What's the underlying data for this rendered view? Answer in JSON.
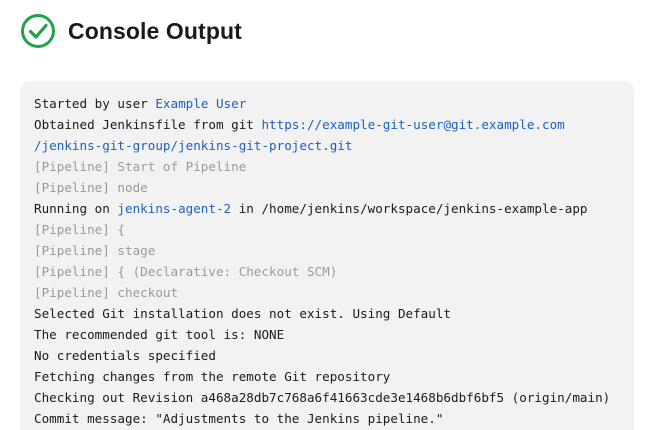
{
  "header": {
    "title": "Console Output",
    "status_icon": "check-circle-icon",
    "status_color": "#1ea446"
  },
  "console": {
    "background": "#f2f2f3",
    "link_color": "#1f5fbf",
    "pipeline_color": "#9a9a9a",
    "lines": [
      {
        "prefix": "Started by user ",
        "link": "Example User"
      },
      {
        "prefix": "Obtained Jenkinsfile from git ",
        "link": "https://example-git-user@git.example.com"
      },
      {
        "link": "/jenkins-git-group/jenkins-git-project.git"
      },
      {
        "text": "[Pipeline] Start of Pipeline"
      },
      {
        "text": "[Pipeline] node"
      },
      {
        "prefix": "Running on ",
        "link": "jenkins-agent-2",
        "suffix": " in /home/jenkins/workspace/jenkins-example-app"
      },
      {
        "text": "[Pipeline] {"
      },
      {
        "text": "[Pipeline] stage"
      },
      {
        "text": "[Pipeline] { (Declarative: Checkout SCM)"
      },
      {
        "text": "[Pipeline] checkout"
      },
      {
        "text": "Selected Git installation does not exist. Using Default"
      },
      {
        "text": "The recommended git tool is: NONE"
      },
      {
        "text": "No credentials specified"
      },
      {
        "text": "Fetching changes from the remote Git repository"
      },
      {
        "text": "Checking out Revision a468a28db7c768a6f41663cde3e1468b6dbf6bf5 (origin/main)"
      },
      {
        "text": "Commit message: \"Adjustments to the Jenkins pipeline.\""
      }
    ]
  }
}
